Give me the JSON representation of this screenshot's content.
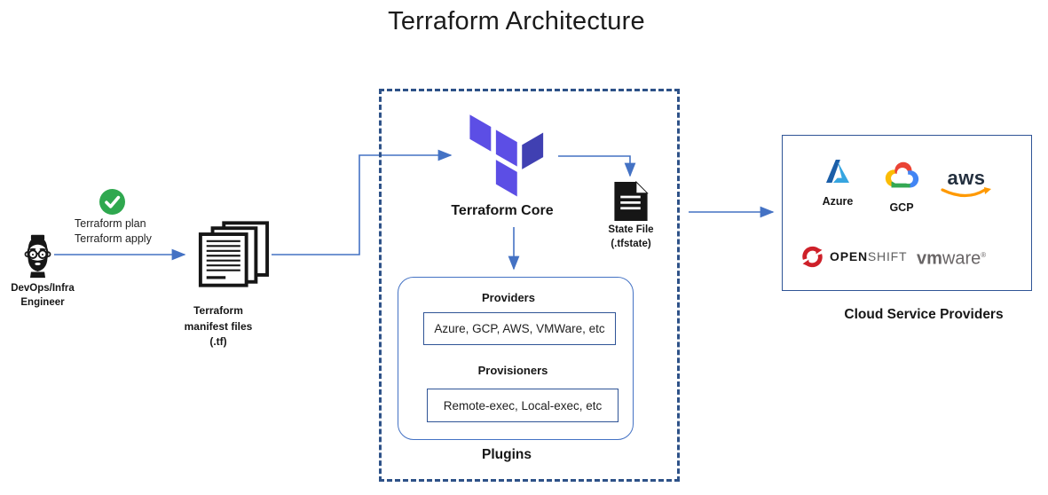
{
  "title": "Terraform Architecture",
  "engineer": {
    "commands": [
      "Terraform plan",
      "Terraform apply"
    ],
    "label": [
      "DevOps/Infra",
      "Engineer"
    ]
  },
  "manifest": {
    "label": [
      "Terraform",
      "manifest files",
      "(.tf)"
    ]
  },
  "core": {
    "label": "Terraform Core"
  },
  "state": {
    "label": [
      "State File",
      "(.tfstate)"
    ]
  },
  "plugins": {
    "box_label": "Plugins",
    "providers": {
      "title": "Providers",
      "items": "Azure, GCP, AWS, VMWare, etc"
    },
    "provisioners": {
      "title": "Provisioners",
      "items": "Remote-exec, Local-exec, etc"
    }
  },
  "cloud": {
    "box_label": "Cloud Service Providers",
    "azure_label": "Azure",
    "gcp_label": "GCP",
    "aws_label": "aws",
    "openshift": {
      "open": "OPEN",
      "shift": "SHIFT"
    },
    "vmware": {
      "vm": "vm",
      "ware": "ware",
      "reg": "®"
    }
  },
  "icons": {
    "check_circle": "check-circle-icon",
    "engineer_avatar": "engineer-avatar-icon",
    "manifest_files": "document-stack-icon",
    "terraform_logo": "terraform-logo-icon",
    "state_file": "document-icon",
    "azure": "azure-logo-icon",
    "gcp": "gcp-logo-icon",
    "aws": "aws-logo-icon",
    "openshift": "openshift-logo-icon",
    "vmware": "vmware-logo-icon"
  },
  "colors": {
    "arrow_blue": "#4472C4",
    "dash_blue": "#2E5288",
    "box_blue": "#2F5496",
    "tf_light": "#5C4EE5",
    "tf_dark": "#4040B2",
    "check_green": "#2FA84F",
    "azure_dark": "#1B5EA8",
    "azure_light": "#36A5E0",
    "gcp_red": "#EA4335",
    "gcp_yellow": "#FBBC05",
    "gcp_blue": "#4285F4",
    "gcp_green": "#34A853",
    "aws_dark": "#232F3E",
    "aws_orange": "#FF9900",
    "openshift_red": "#CE2029",
    "vmware_gray": "#696566",
    "ink": "#161616"
  }
}
